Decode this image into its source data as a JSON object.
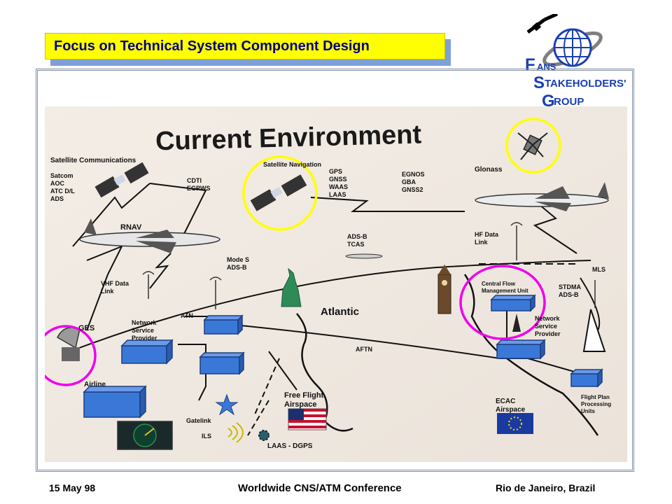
{
  "slide": {
    "title": "Focus on Technical System Component Design"
  },
  "logo": {
    "letters": [
      "F",
      "ANS",
      "S",
      "TAKEHOLDERS'",
      "G",
      "ROUP"
    ]
  },
  "diagram": {
    "heading": "Current Environment",
    "labels": {
      "satcom_title": "Satellite Communications",
      "satcom_1": "Satcom",
      "satcom_2": "AOC",
      "satcom_3": "ATC D/L",
      "satcom_4": "ADS",
      "cdti_1": "CDTI",
      "cdti_2": "EGPWS",
      "satnav_title": "Satellite Navigation",
      "satnav_1": "GPS",
      "satnav_2": "GNSS",
      "satnav_3": "WAAS",
      "satnav_4": "LAAS",
      "egnos_1": "EGNOS",
      "egnos_2": "GBA",
      "egnos_3": "GNSS2",
      "glonass": "Glonass",
      "rnav": "RNAV",
      "adsb_1": "ADS-B",
      "adsb_2": "TCAS",
      "hf_1": "HF Data",
      "hf_2": "Link",
      "modes_1": "Mode S",
      "modes_2": "ADS-B",
      "vhf_1": "VHF Data",
      "vhf_2": "Link",
      "mls": "MLS",
      "cfmu_1": "Central Flow",
      "cfmu_2": "Management Unit",
      "stdma_1": "STDMA",
      "stdma_2": "ADS-B",
      "ges": "GES",
      "nsp_left_1": "Network",
      "nsp_left_2": "Service",
      "nsp_left_3": "Provider",
      "atn": "ATN",
      "atlantic": "Atlantic",
      "nsp_right_1": "Network",
      "nsp_right_2": "Service",
      "nsp_right_3": "Provider",
      "aftn": "AFTN",
      "airline": "Airline",
      "free_flight_1": "Free Flight",
      "free_flight_2": "Airspace",
      "ecac_1": "ECAC",
      "ecac_2": "Airspace",
      "fpu_1": "Flight Plan",
      "fpu_2": "Processing",
      "fpu_3": "Units",
      "gatelink": "Gatelink",
      "ils": "ILS",
      "laas_dgps": "LAAS - DGPS"
    }
  },
  "footer": {
    "date": "15 May 98",
    "conference": "Worldwide CNS/ATM Conference",
    "location": "Rio de Janeiro, Brazil"
  },
  "colors": {
    "title_bg": "#ffff00",
    "title_text": "#000080",
    "title_shadow": "#7f9fd6",
    "box_blue": "#3a78d8",
    "highlight_yellow": "#ffff00",
    "highlight_magenta": "#ee00ee",
    "logo_blue": "#1a3fb0"
  }
}
